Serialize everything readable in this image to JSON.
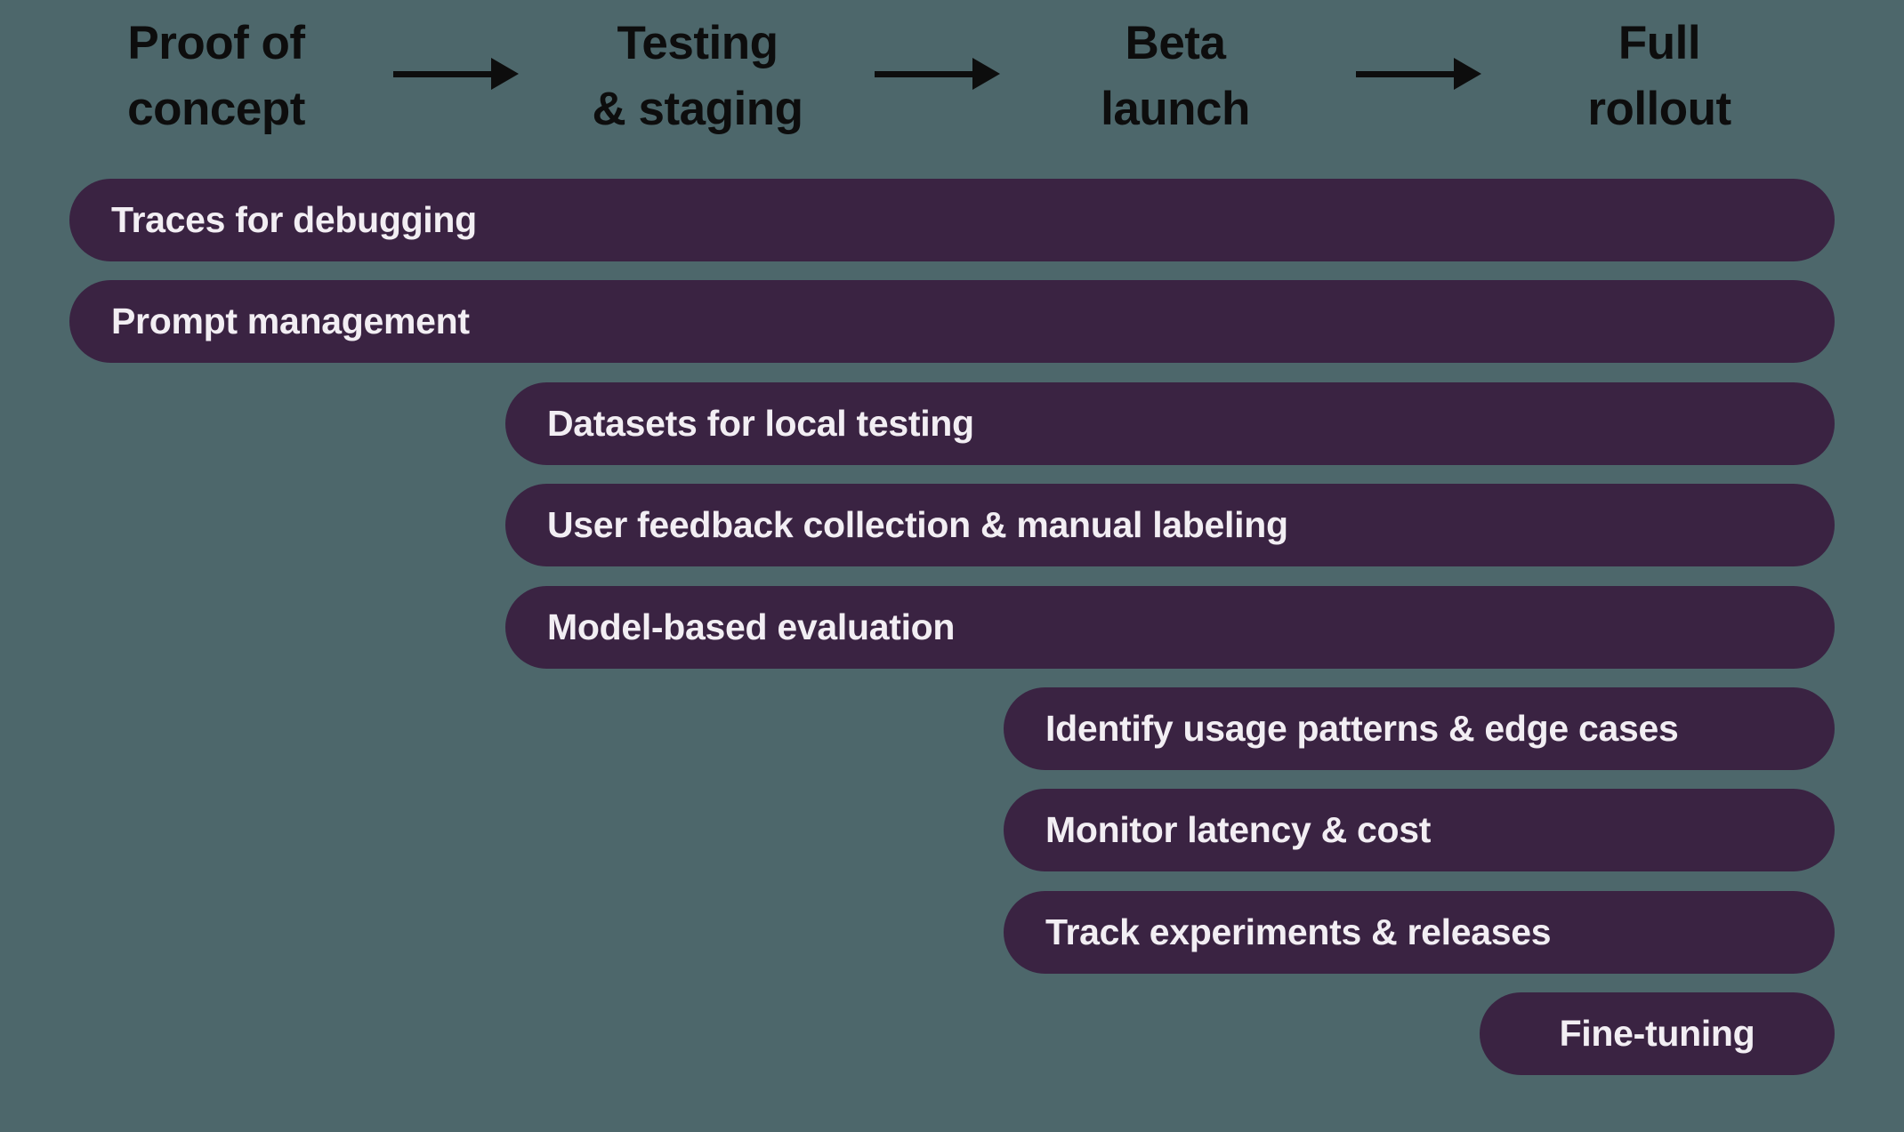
{
  "colors": {
    "background": "#4d676b",
    "bar_fill": "#3a2342",
    "bar_text": "#f2eef3",
    "header_text": "#0d0d0d",
    "arrow": "#0d0d0d"
  },
  "phases": [
    {
      "line1": "Proof of",
      "line2": "concept"
    },
    {
      "line1": "Testing",
      "line2": "& staging"
    },
    {
      "line1": "Beta",
      "line2": "launch"
    },
    {
      "line1": "Full",
      "line2": "rollout"
    }
  ],
  "bars": [
    {
      "label": "Traces for debugging",
      "start_phase": "Proof of concept",
      "end_phase": "Full rollout"
    },
    {
      "label": "Prompt management",
      "start_phase": "Proof of concept",
      "end_phase": "Full rollout"
    },
    {
      "label": "Datasets for local testing",
      "start_phase": "Testing & staging",
      "end_phase": "Full rollout"
    },
    {
      "label": "User feedback collection & manual labeling",
      "start_phase": "Testing & staging",
      "end_phase": "Full rollout"
    },
    {
      "label": "Model-based evaluation",
      "start_phase": "Testing & staging",
      "end_phase": "Full rollout"
    },
    {
      "label": "Identify usage patterns & edge cases",
      "start_phase": "Beta launch",
      "end_phase": "Full rollout"
    },
    {
      "label": "Monitor latency & cost",
      "start_phase": "Beta launch",
      "end_phase": "Full rollout"
    },
    {
      "label": "Track experiments & releases",
      "start_phase": "Beta launch",
      "end_phase": "Full rollout"
    },
    {
      "label": "Fine-tuning",
      "start_phase": "Full rollout",
      "end_phase": "Full rollout"
    }
  ]
}
